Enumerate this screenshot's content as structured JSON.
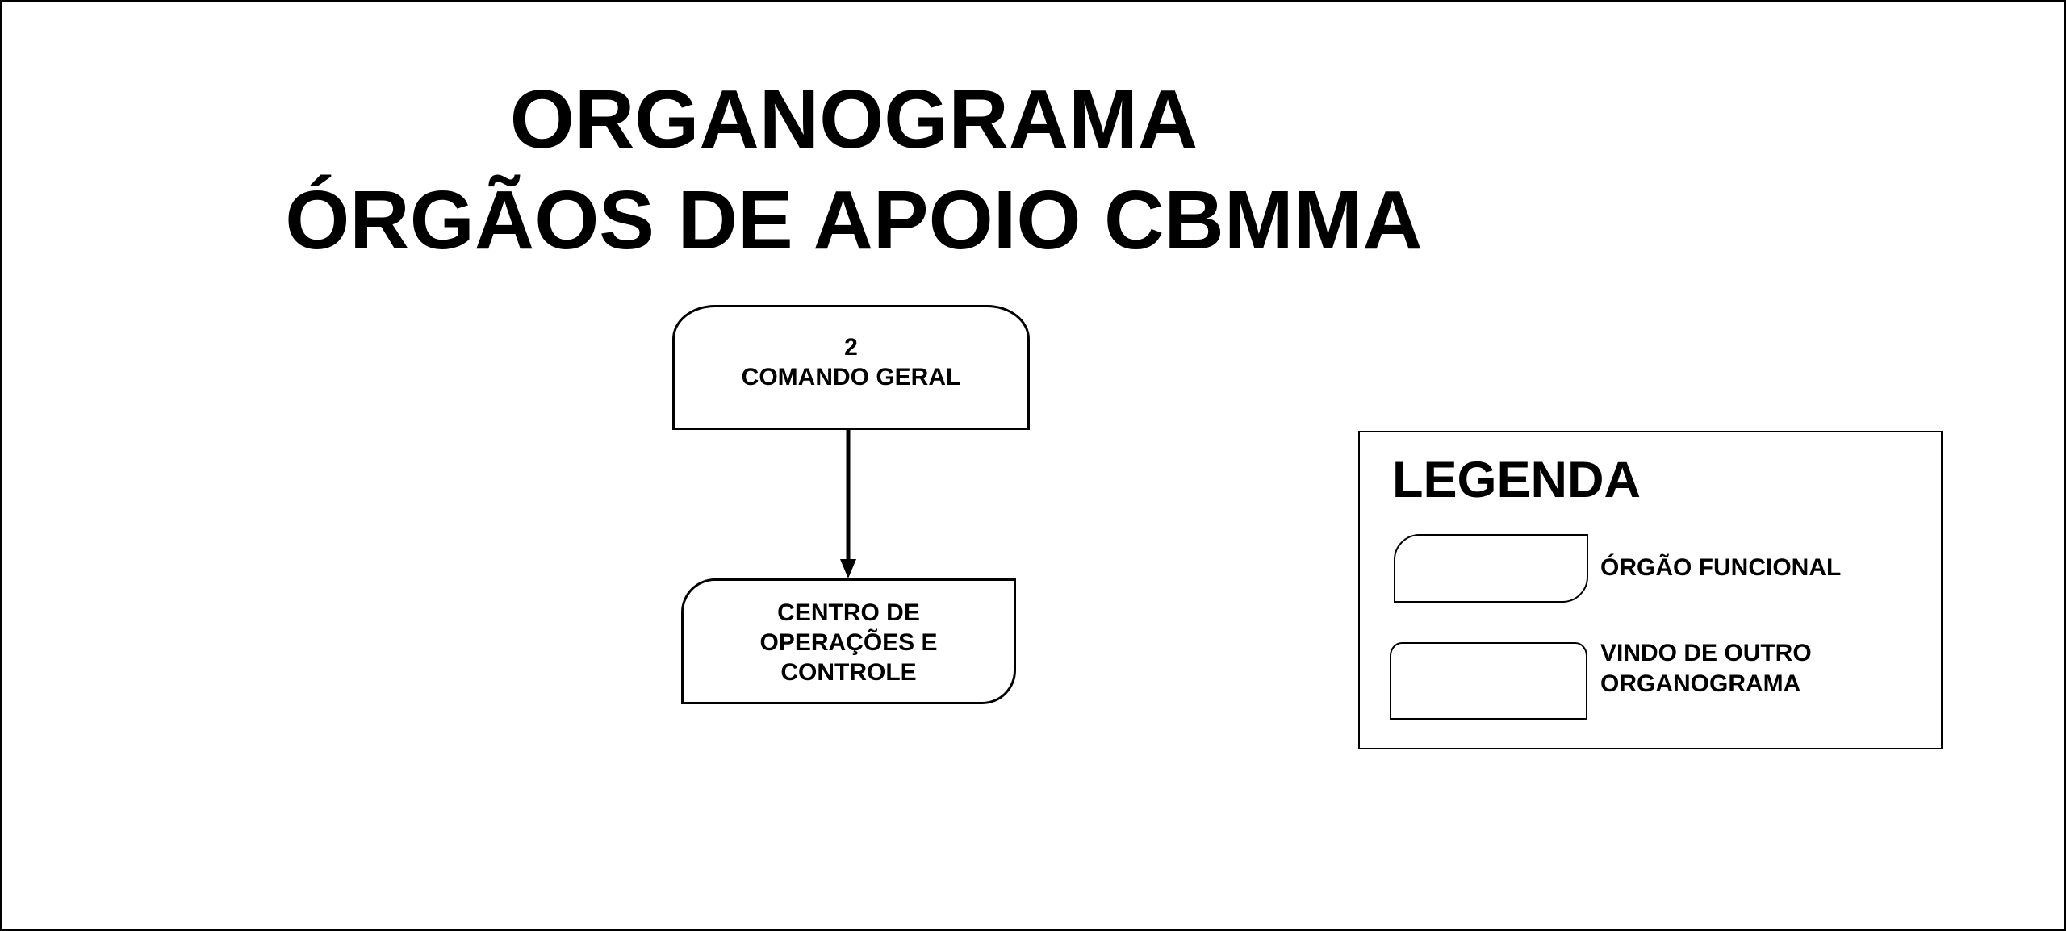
{
  "title": {
    "line1": "ORGANOGRAMA",
    "line2": "ÓRGÃOS DE APOIO CBMMA"
  },
  "nodes": {
    "comando": {
      "number": "2",
      "label": "COMANDO GERAL",
      "shape": "from-other-organogram"
    },
    "centro": {
      "line1": "CENTRO DE",
      "line2": "OPERAÇÕES E",
      "line3": "CONTROLE",
      "shape": "functional-organ"
    }
  },
  "edges": [
    {
      "from": "COMANDO GERAL",
      "to": "CENTRO DE OPERAÇÕES E CONTROLE",
      "style": "arrow-down"
    }
  ],
  "legend": {
    "heading": "LEGENDA",
    "items": [
      {
        "shape": "functional-organ",
        "label": "ÓRGÃO FUNCIONAL"
      },
      {
        "shape": "from-other-organogram",
        "label_line1": "VINDO DE OUTRO",
        "label_line2": "ORGANOGRAMA"
      }
    ]
  },
  "colors": {
    "ink": "#000000",
    "background": "#ffffff"
  }
}
